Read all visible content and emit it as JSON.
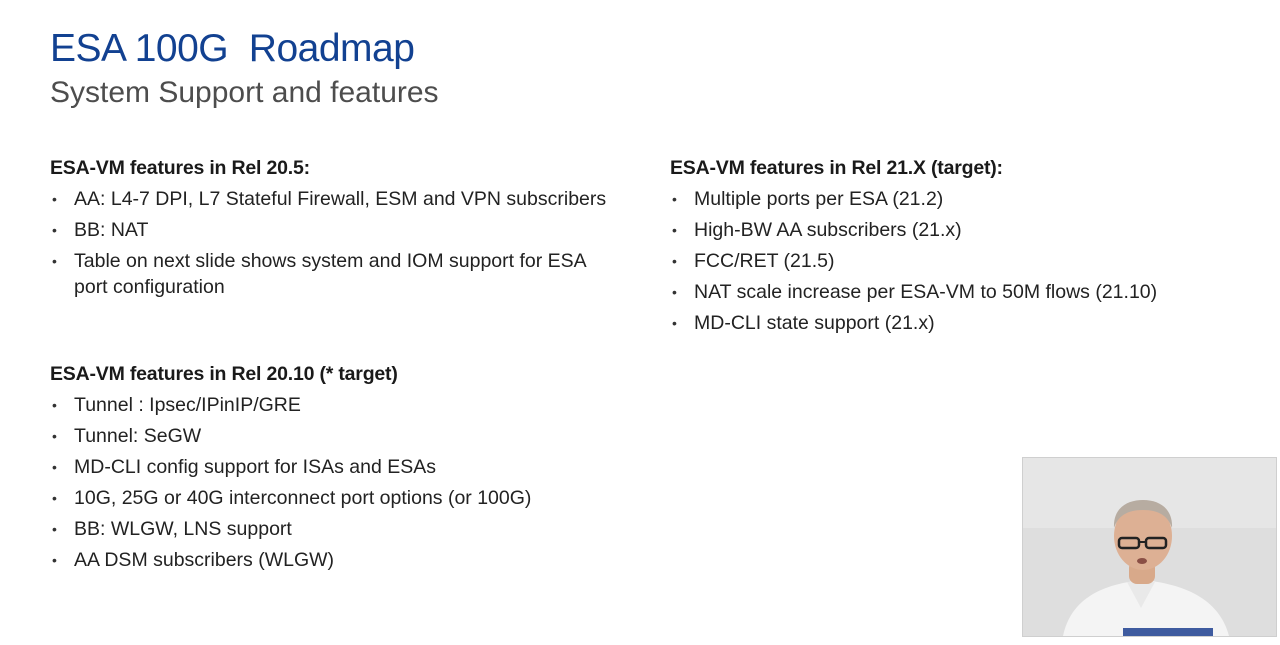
{
  "slide": {
    "title": "ESA 100G  Roadmap",
    "subtitle": "System Support and features"
  },
  "colors": {
    "title": "#124191",
    "subtitle": "#4d4d4d",
    "text": "#1a1a1a",
    "background": "#ffffff"
  },
  "sections": [
    {
      "heading": "ESA-VM features in Rel 20.5:",
      "items": [
        "AA: L4-7 DPI, L7 Stateful Firewall, ESM and VPN subscribers",
        "BB: NAT",
        "Table on next slide shows system and IOM support for ESA port configuration"
      ]
    },
    {
      "heading": "ESA-VM features in Rel 20.10 (* target)",
      "items": [
        "Tunnel : Ipsec/IPinIP/GRE",
        "Tunnel: SeGW",
        "MD-CLI config support for ISAs and ESAs",
        "10G, 25G or 40G interconnect port options (or 100G)",
        "BB: WLGW, LNS support",
        "AA DSM subscribers (WLGW)"
      ]
    },
    {
      "heading": "ESA-VM features in Rel 21.X (target):",
      "items": [
        "Multiple ports per ESA (21.2)",
        "High-BW AA subscribers (21.x)",
        "FCC/RET (21.5)",
        "NAT scale increase per ESA-VM to 50M flows (21.10)",
        "MD-CLI state support (21.x)"
      ]
    }
  ],
  "bullet_glyph": "•",
  "video": {
    "icon": "presenter-video-icon"
  }
}
